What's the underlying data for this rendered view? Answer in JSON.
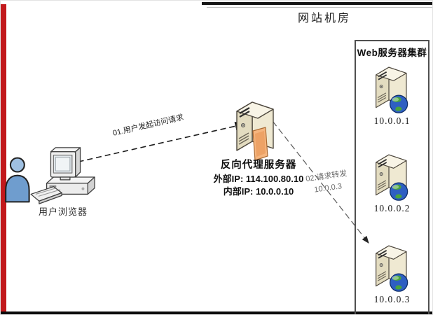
{
  "title": "网站机房",
  "client": {
    "label": "用户浏览器"
  },
  "proxy": {
    "name": "反向代理服务器",
    "external_ip": "外部IP: 114.100.80.10",
    "internal_ip": "内部IP: 10.0.0.10"
  },
  "cluster": {
    "title": "Web服务器集群",
    "servers": [
      {
        "ip": "10.0.0.1"
      },
      {
        "ip": "10.0.0.2"
      },
      {
        "ip": "10.0.0.3"
      }
    ]
  },
  "flows": {
    "request": {
      "label": "01.用户发起访问请求"
    },
    "forward": {
      "label": "02.请求转发",
      "target": "10.0.0.3"
    }
  },
  "colors": {
    "left_bar_red": "#c2191c",
    "bottom_bar_black": "#0c0c0c",
    "server_front": "#e3dcc0",
    "server_side": "#efe9d2",
    "server_top": "#f8f4e6",
    "proxy_door_orange": "#f5b57e",
    "globe_blue": "#2e5fc2",
    "globe_green": "#49a33f",
    "person_blue": "#6f9dce"
  }
}
